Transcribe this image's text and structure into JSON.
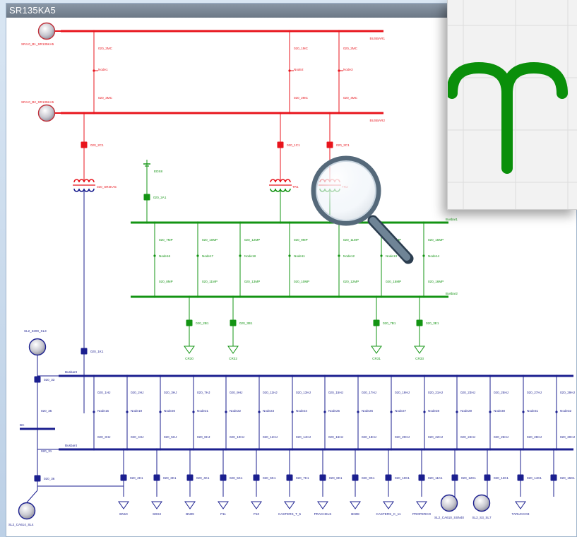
{
  "window": {
    "title": "SR135KA5"
  },
  "colors": {
    "red": "#e8141c",
    "green": "#139413",
    "blue": "#1b1f8f",
    "zoom_green": "#0a8f0a"
  },
  "icons": {
    "magnifier": "magnifier-icon",
    "zoom_symbol": "arc-symbol"
  },
  "red_section": {
    "generators": [
      "SR4.0_B1_SR135KA5",
      "SR4.0_B2_SR135KA5"
    ],
    "busbars": [
      "BUSBAR1",
      "BUSBAR2"
    ],
    "branches": [
      {
        "top": "020_2MC",
        "node": "Node1",
        "bottom": "020_3MC"
      },
      {
        "top": "020_1MC",
        "node": "Node2",
        "bottom": "020_2MC"
      },
      {
        "top": "020_2MC",
        "node": "Node3",
        "bottom": "020_4MC"
      }
    ],
    "breakers": [
      "020_2C1",
      "020_1C1",
      "020_2C1"
    ],
    "transformers": [
      "020_SR4KA5",
      "TR1",
      "TR2"
    ]
  },
  "green_section": {
    "busbars": [
      "Busbar1",
      "Busbar2"
    ],
    "aux_label": "EDS8",
    "aux_breaker": "020_2A1",
    "branches": [
      {
        "top": "020_7MP",
        "node": "Node16",
        "bottom": "020_8MP"
      },
      {
        "top": "020_10MP",
        "node": "Node17",
        "bottom": "020_11MP"
      },
      {
        "top": "020_12MP",
        "node": "Node18",
        "bottom": "020_13MP"
      },
      {
        "top": "020_9MP",
        "node": "Node11",
        "bottom": "020_10MP"
      },
      {
        "top": "020_11MP",
        "node": "Node12",
        "bottom": "020_12MP"
      },
      {
        "top": "020_14MP",
        "node": "Node13",
        "bottom": "020_15MP"
      },
      {
        "top": "020_15MP",
        "node": "Node14",
        "bottom": "020_16MP"
      }
    ],
    "feeders": [
      {
        "breaker": "020_2B1",
        "load": "CR30"
      },
      {
        "breaker": "020_3B1",
        "load": "CR32"
      },
      {
        "breaker": "020_7B1",
        "load": "CR31"
      },
      {
        "breaker": "020_3E1",
        "load": "CR33"
      }
    ]
  },
  "blue_section": {
    "busbars": [
      "Busbar3",
      "Busbar4"
    ],
    "source_gen": "SL2_2200_SL3",
    "incoming_breaker": "020_1K1",
    "left_column": [
      "020_33",
      "020_35",
      "020_31",
      "020_36"
    ],
    "left_bus": "BC",
    "bottom_gen": "SL2_CA614_SL4",
    "branches": [
      {
        "top": "020_1HJ",
        "node": "Node15",
        "bottom": "020_3HJ"
      },
      {
        "top": "020_2HJ",
        "node": "Node19",
        "bottom": "020_4HJ"
      },
      {
        "top": "020_3HJ",
        "node": "Node20",
        "bottom": "020_5HJ"
      },
      {
        "top": "020_7HJ",
        "node": "Node21",
        "bottom": "020_8HJ"
      },
      {
        "top": "020_9HJ",
        "node": "Node22",
        "bottom": "020_10HJ"
      },
      {
        "top": "020_11HJ",
        "node": "Node23",
        "bottom": "020_12HJ"
      },
      {
        "top": "020_13HJ",
        "node": "Node24",
        "bottom": "020_14HJ"
      },
      {
        "top": "020_15HJ",
        "node": "Node25",
        "bottom": "020_16HJ"
      },
      {
        "top": "020_17HJ",
        "node": "Node26",
        "bottom": "020_18HJ"
      },
      {
        "top": "020_19HJ",
        "node": "Node27",
        "bottom": "020_20HJ"
      },
      {
        "top": "020_21HJ",
        "node": "Node28",
        "bottom": "020_22HJ"
      },
      {
        "top": "020_23HJ",
        "node": "Node29",
        "bottom": "020_24HJ"
      },
      {
        "top": "020_25HJ",
        "node": "Node30",
        "bottom": "020_26HJ"
      },
      {
        "top": "020_27HJ",
        "node": "Node31",
        "bottom": "020_28HJ"
      },
      {
        "top": "020_29HJ",
        "node": "Node32",
        "bottom": "020_30HJ"
      }
    ],
    "feeders": [
      {
        "breaker": "020_2K1",
        "load": "BN10",
        "type": "load"
      },
      {
        "breaker": "020_3K1",
        "load": "SDS3",
        "type": "load"
      },
      {
        "breaker": "020_4K1",
        "load": "BN09",
        "type": "load"
      },
      {
        "breaker": "020_5K1",
        "load": "P11",
        "type": "load"
      },
      {
        "breaker": "020_6K1",
        "load": "P10",
        "type": "load"
      },
      {
        "breaker": "020_7K1",
        "load": "CASTERS_T_5",
        "type": "load"
      },
      {
        "breaker": "020_8K1",
        "load": "PRACHELS",
        "type": "load"
      },
      {
        "breaker": "020_9K1",
        "load": "BN08",
        "type": "load"
      },
      {
        "breaker": "020_10K1",
        "load": "CASTERS_C_11",
        "type": "load"
      },
      {
        "breaker": "020_11K1",
        "load": "PROPERCO",
        "type": "load"
      },
      {
        "breaker": "020_12K1",
        "load": "SL2_CA610_SSN40",
        "type": "gen"
      },
      {
        "breaker": "020_13K1",
        "load": "SL2_S3_SL7",
        "type": "gen"
      },
      {
        "breaker": "020_14K1",
        "load": "TARUCCO3",
        "type": "load"
      },
      {
        "breaker": "020_15K1",
        "load": "",
        "type": "none"
      }
    ]
  }
}
